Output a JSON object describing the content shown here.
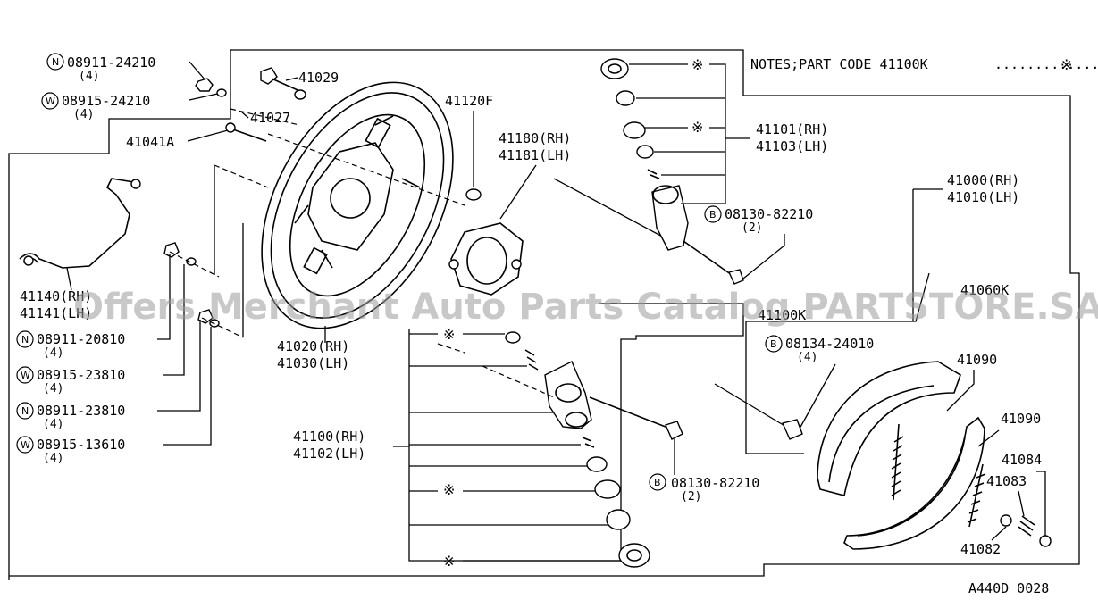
{
  "notes": {
    "text": "NOTES;PART CODE 41100K",
    "dots": ".............",
    "mark": "※"
  },
  "symbols": {
    "N": "N",
    "W": "W",
    "B": "B",
    "star": "※"
  },
  "labels": {
    "p08911_24210": "08911-24210",
    "q08911_24210": "(4)",
    "p08915_24210": "08915-24210",
    "q08915_24210": "(4)",
    "p41029": "41029",
    "p41027": "41027",
    "p41041A": "41041A",
    "p41120F": "41120F",
    "p41180": "41180(RH)",
    "p41181": "41181(LH)",
    "p41101": "41101(RH)",
    "p41103": "41103(LH)",
    "p41000": "41000(RH)",
    "p41010": "41010(LH)",
    "p08130_82210_top": "08130-82210",
    "q08130_82210_top": "(2)",
    "p41140": "41140(RH)",
    "p41141": "41141(LH)",
    "p41060K": "41060K",
    "p41100K": "41100K",
    "p08134_24010": "08134-24010",
    "q08134_24010": "(4)",
    "p08911_20810": "08911-20810",
    "q08911_20810": "(4)",
    "p41020": "41020(RH)",
    "p41030": "41030(LH)",
    "p41090_a": "41090",
    "p08915_23810": "08915-23810",
    "q08915_23810": "(4)",
    "p41090_b": "41090",
    "p08911_23810": "08911-23810",
    "q08911_23810": "(4)",
    "p41100": "41100(RH)",
    "p41102": "41102(LH)",
    "p08915_13610": "08915-13610",
    "q08915_13610": "(4)",
    "p41084": "41084",
    "p41083": "41083",
    "p08130_82210_bot": "08130-82210",
    "q08130_82210_bot": "(2)",
    "p41082": "41082"
  },
  "watermark": "Offers Merchant Auto Parts Catalog PARTSTORE.SA",
  "diagram_code": "A440D 0028"
}
